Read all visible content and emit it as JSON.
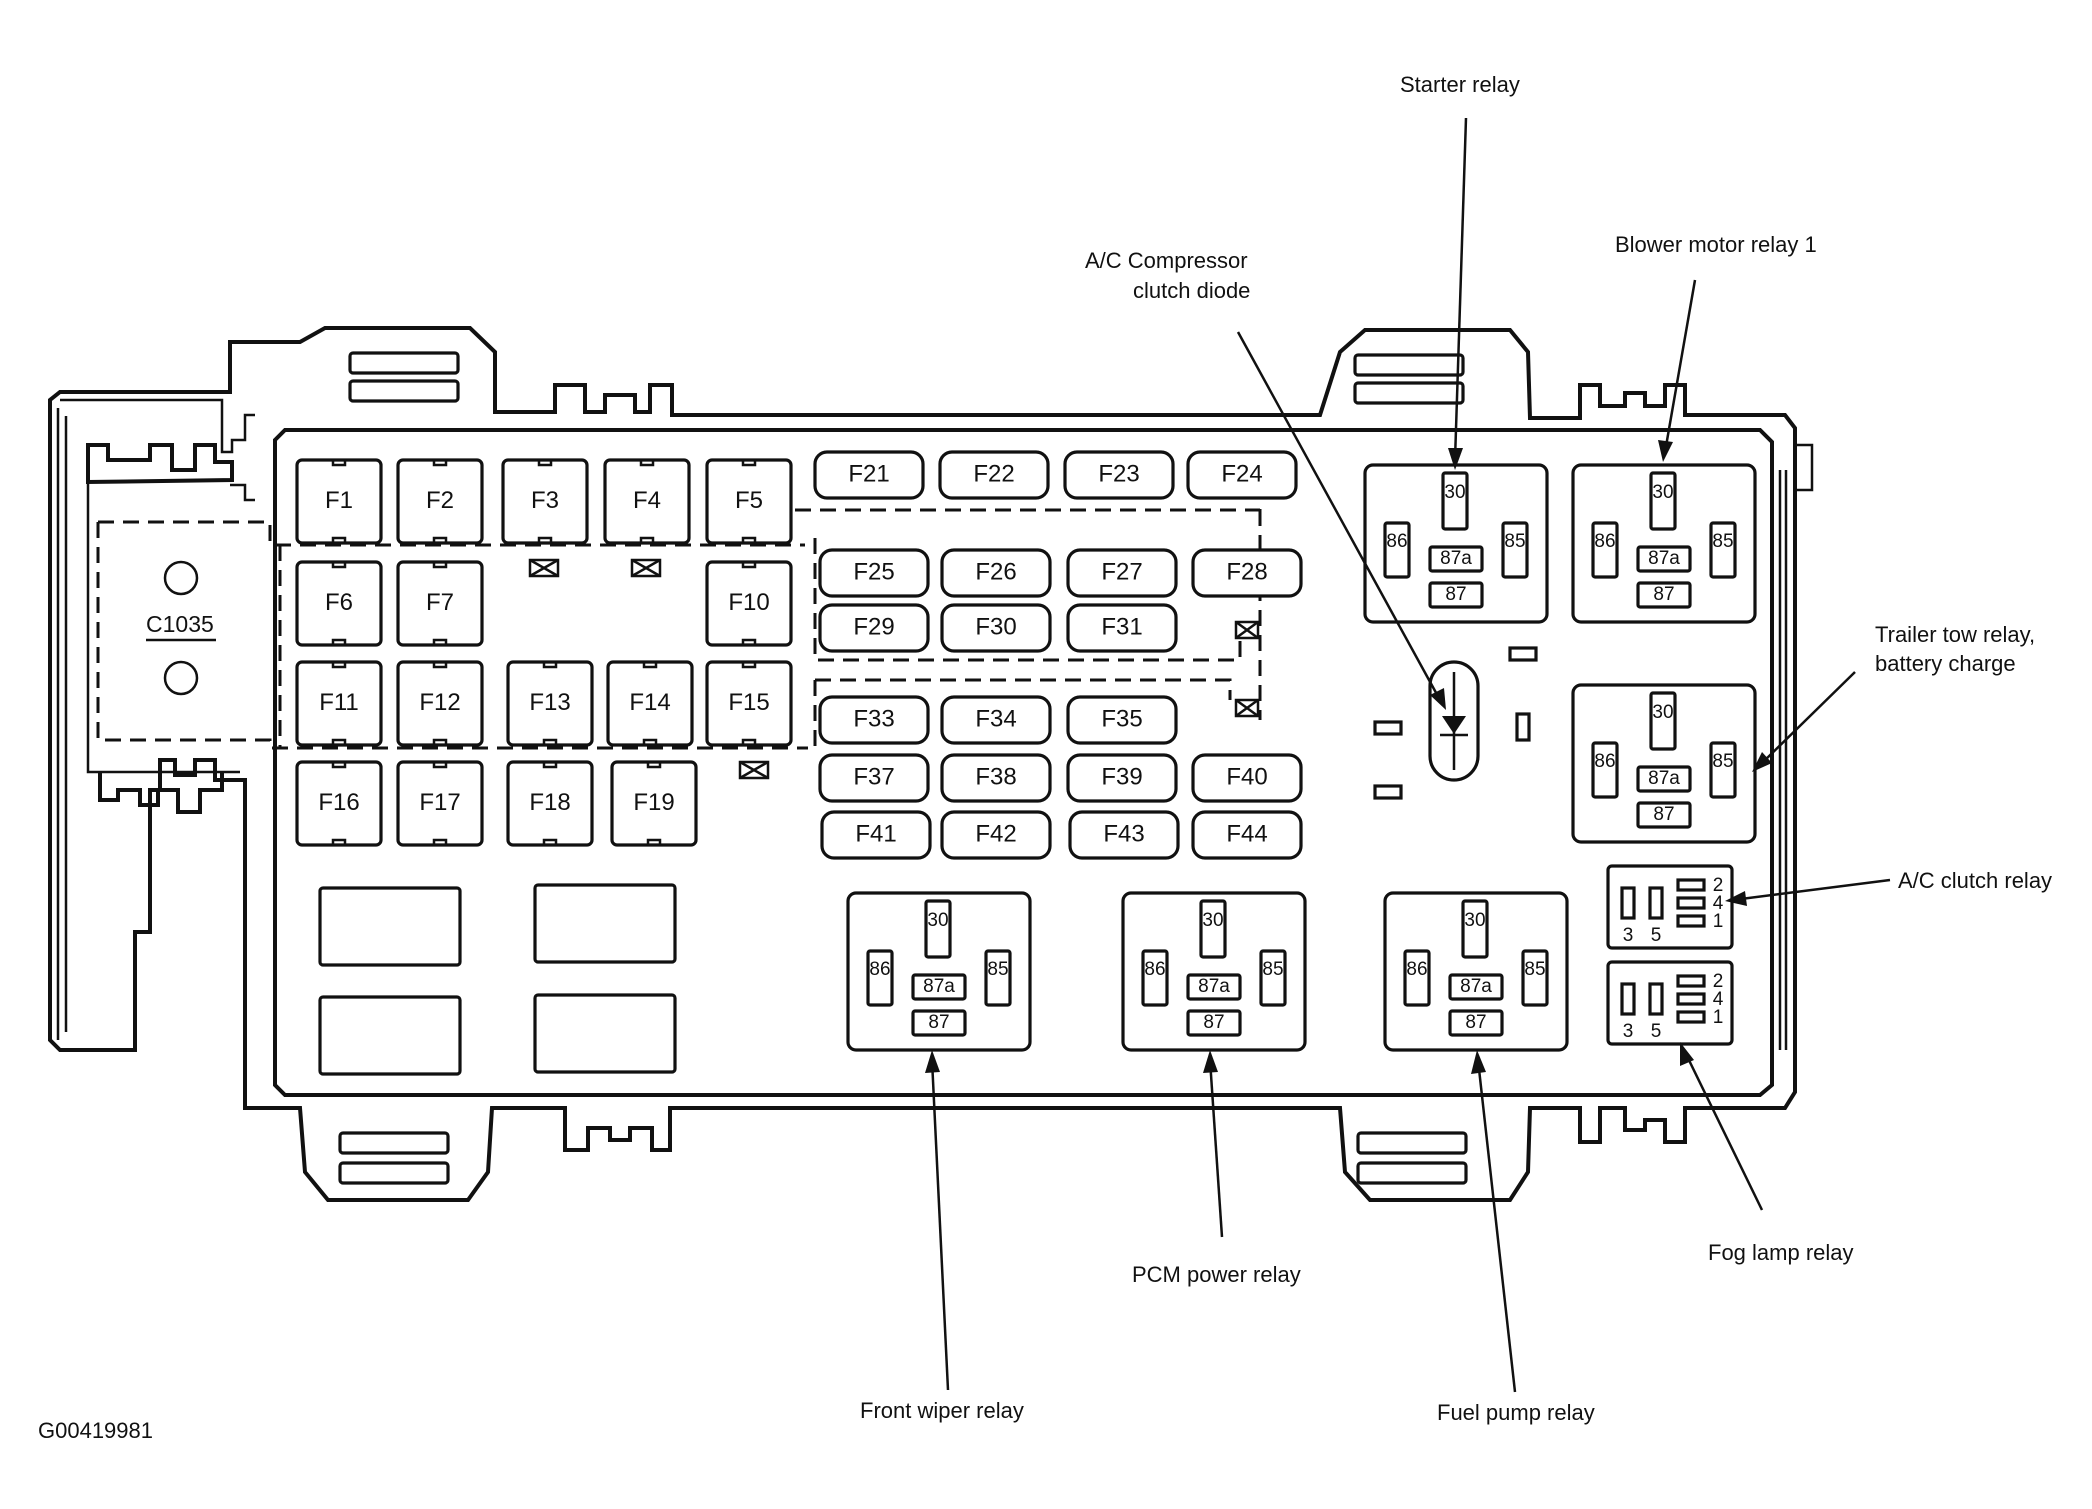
{
  "connector": {
    "label": "C1035"
  },
  "fuses": [
    "F1",
    "F2",
    "F3",
    "F4",
    "F5",
    "F6",
    "F7",
    "F10",
    "F11",
    "F12",
    "F13",
    "F14",
    "F15",
    "F16",
    "F17",
    "F18",
    "F19",
    "F21",
    "F22",
    "F23",
    "F24",
    "F25",
    "F26",
    "F27",
    "F28",
    "F29",
    "F30",
    "F31",
    "F33",
    "F34",
    "F35",
    "F37",
    "F38",
    "F39",
    "F40",
    "F41",
    "F42",
    "F43",
    "F44"
  ],
  "relay_terminals": {
    "t30": "30",
    "t86": "86",
    "t85": "85",
    "t87a": "87a",
    "t87": "87"
  },
  "mini_relay_terminals": {
    "t2": "2",
    "t4": "4",
    "t1": "1",
    "t3": "3",
    "t5": "5"
  },
  "callouts": {
    "starter_relay": "Starter relay",
    "blower_motor_relay": "Blower motor relay 1",
    "ac_compressor_line1": "A/C Compressor",
    "ac_compressor_line2": "clutch diode",
    "trailer_tow_line1": "Trailer tow relay,",
    "trailer_tow_line2": "battery charge",
    "ac_clutch_relay": "A/C clutch relay",
    "fog_lamp_relay": "Fog lamp relay",
    "pcm_power_relay": "PCM power relay",
    "front_wiper_relay": "Front wiper relay",
    "fuel_pump_relay": "Fuel pump relay"
  },
  "figure_id": "G00419981"
}
